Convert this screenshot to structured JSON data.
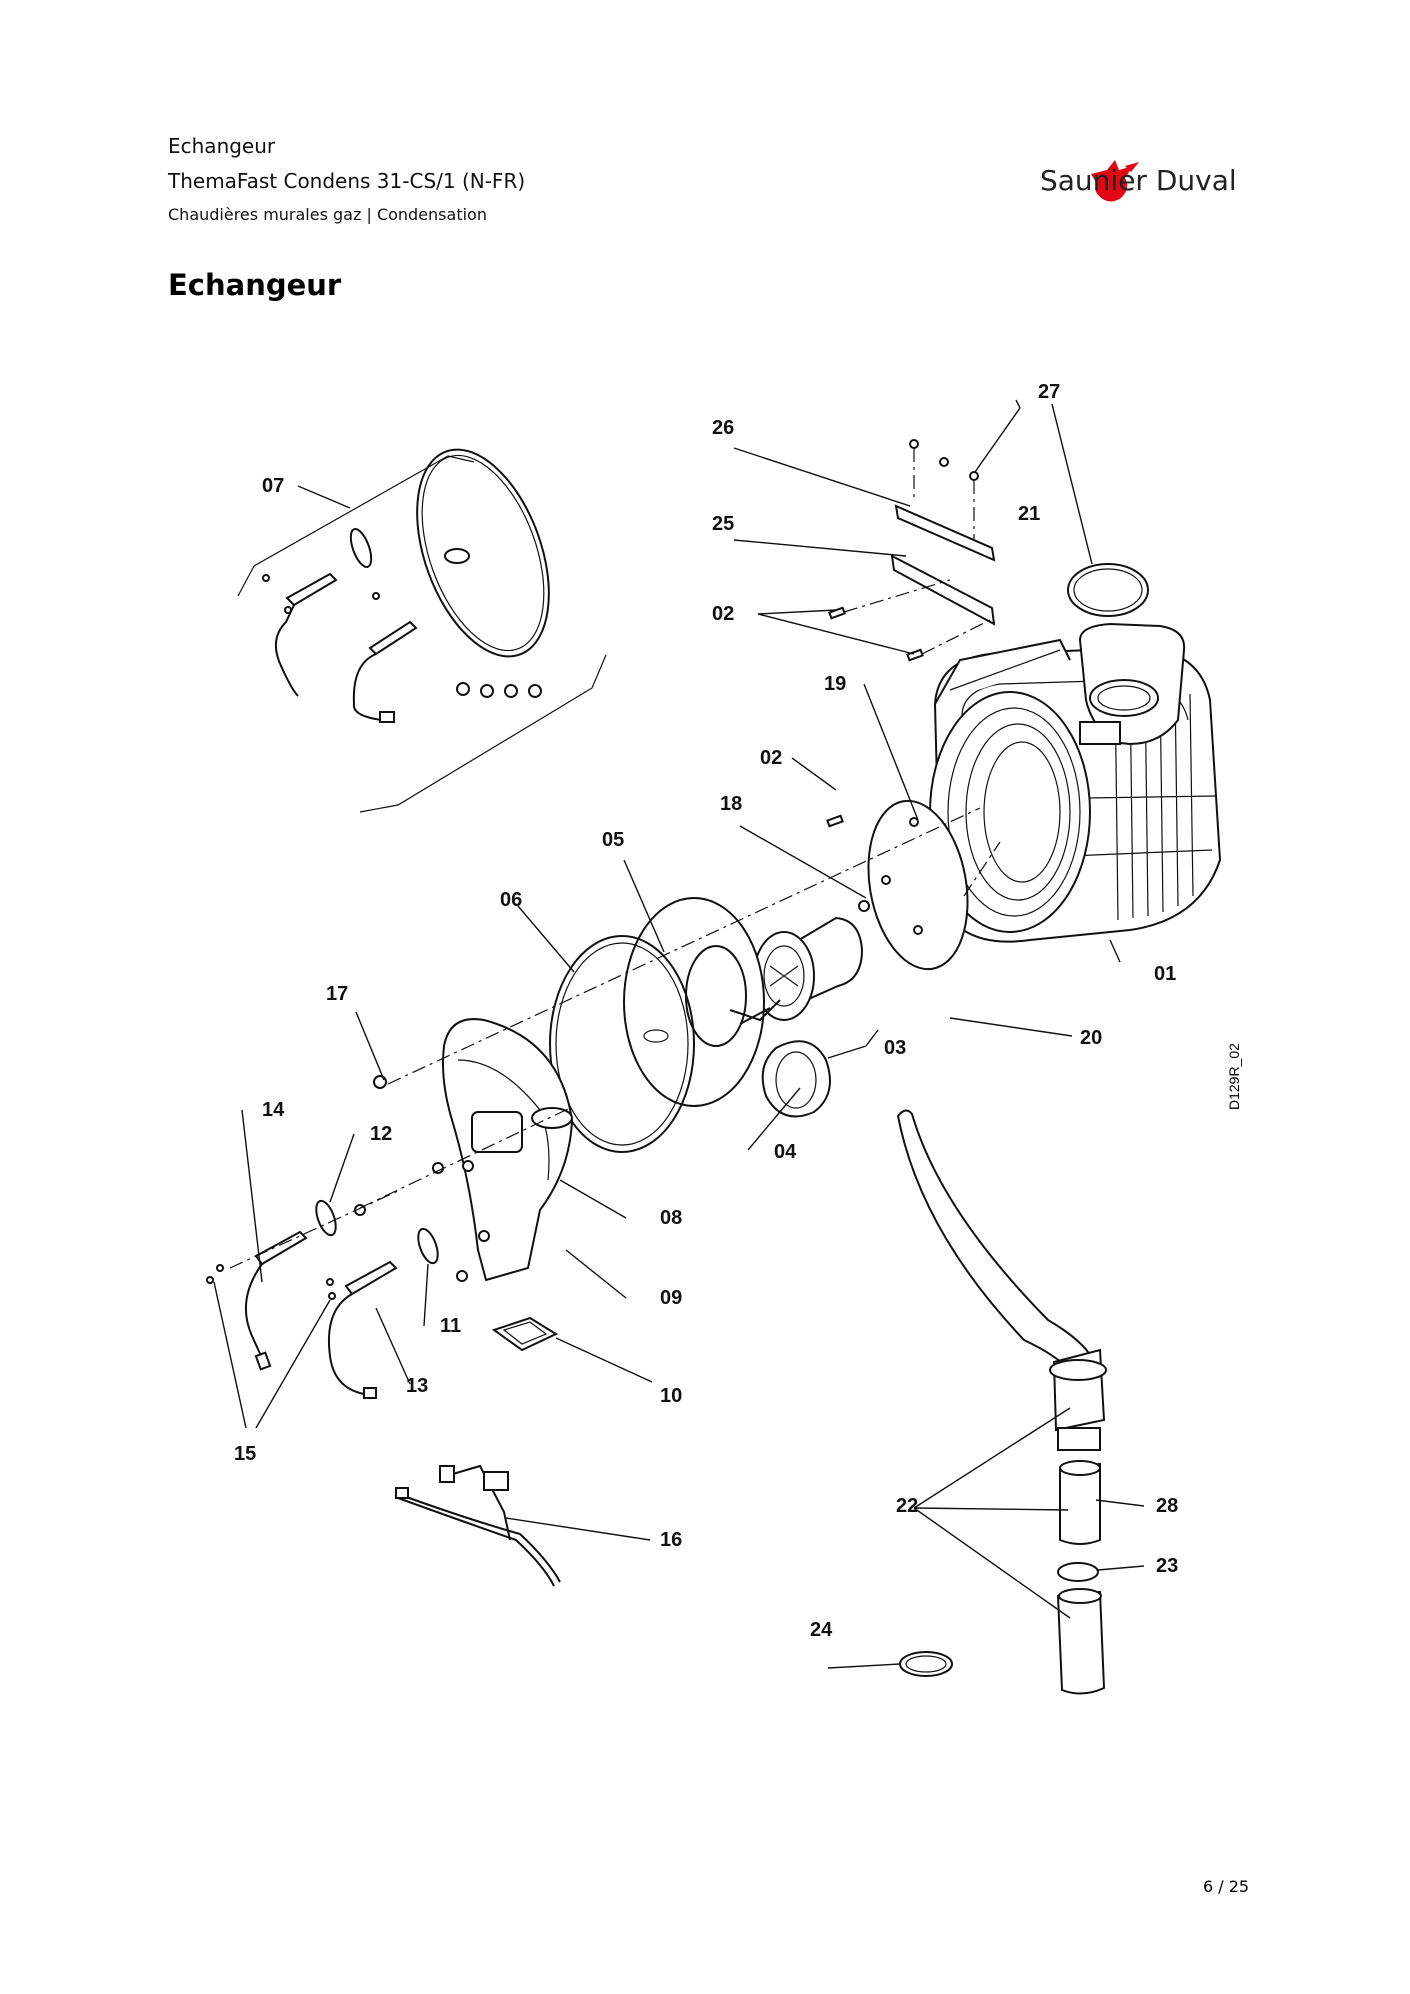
{
  "header": {
    "section": "Echangeur",
    "product": "ThemaFast Condens 31-CS/1 (N-FR)",
    "category": "Chaudières murales gaz | Condensation"
  },
  "brand": {
    "name": "Saunier Duval",
    "logo_icon": "red-bird-logo-icon",
    "logo_color": "#e30613"
  },
  "title": "Echangeur",
  "diagram": {
    "reference": "D129R_02",
    "labels": {
      "p01": "01",
      "p02a": "02",
      "p02b": "02",
      "p03": "03",
      "p04": "04",
      "p05": "05",
      "p06": "06",
      "p07": "07",
      "p08": "08",
      "p09": "09",
      "p10": "10",
      "p11": "11",
      "p12": "12",
      "p13": "13",
      "p14": "14",
      "p15": "15",
      "p16": "16",
      "p17": "17",
      "p18": "18",
      "p19": "19",
      "p20": "20",
      "p21": "21",
      "p22": "22",
      "p23": "23",
      "p24": "24",
      "p25": "25",
      "p26": "26",
      "p27": "27",
      "p28": "28"
    }
  },
  "footer": {
    "page": "6 / 25"
  }
}
